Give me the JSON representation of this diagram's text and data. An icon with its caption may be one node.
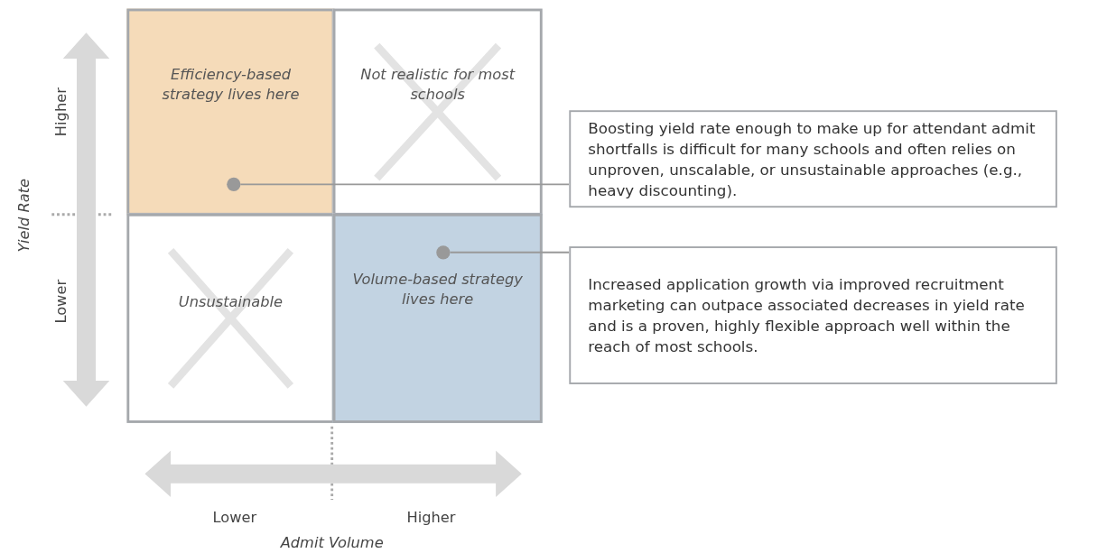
{
  "diagram": {
    "nodes": [
      {
        "text": [
          "Efficiency-based strategy lives here"
        ]
      },
      {
        "text": [],
        "shape": "circle",
        "in": 0
      },
      {
        "text": [
          "Not realistic for most schools"
        ]
      },
      {
        "text": [
          "Unsustainable"
        ]
      },
      {
        "text": [
          "Volume-based strategy lives here"
        ]
      },
      {
        "text": [],
        "shape": "circle",
        "in": 4
      },
      {
        "text": [
          "Boosting yield rate enough to make up for attendant admit shortfalls is difficult for many schools and often relies on unproven, unscalable, or unsustainable approaches (e.g., heavy discounting)."
        ]
      },
      {
        "text": [
          "Increased application growth via improved recruitment marketing can outpace associated decreases in yield rate and is a proven, highly flexible approach well within the reach of most schools."
        ]
      }
    ],
    "edges": [
      {
        "from": 6,
        "to": 1,
        "arrow": "none"
      },
      {
        "from": 7,
        "to": 5,
        "arrow": "none"
      }
    ],
    "labels": [
      "Higher",
      "Yield Rate",
      "Lower",
      "Lower",
      "Higher",
      "Admit Volume"
    ]
  }
}
